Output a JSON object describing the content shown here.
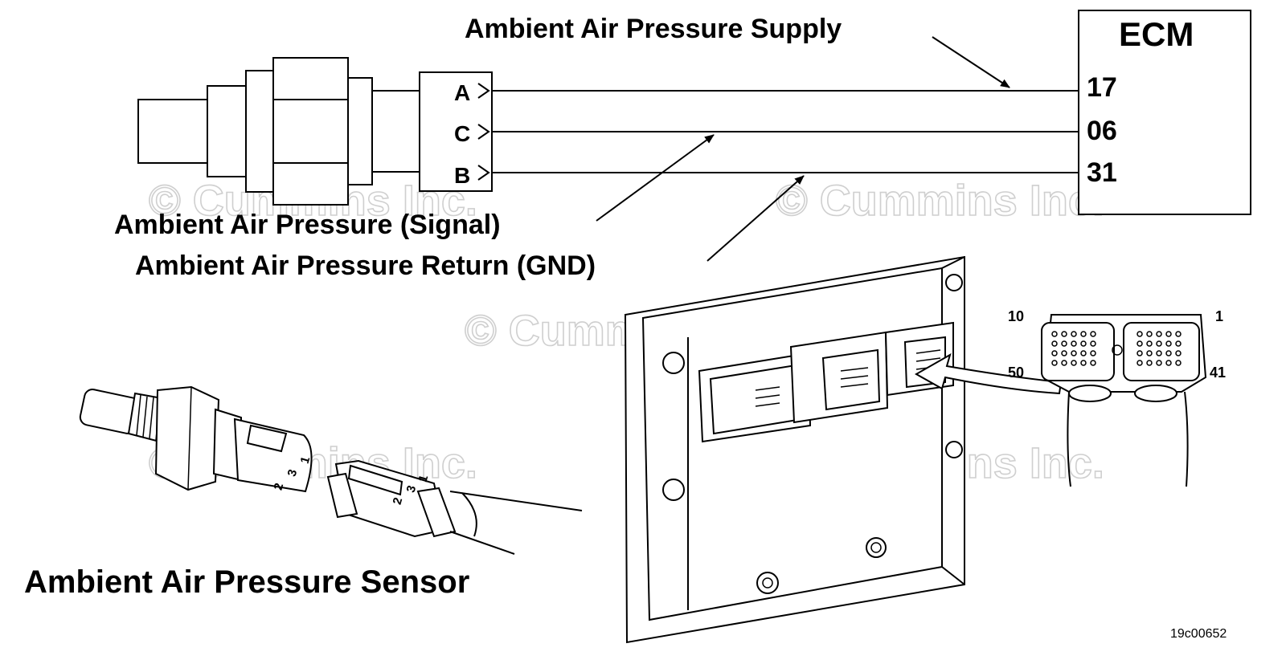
{
  "watermark": "© Cummins Inc.",
  "ecm": {
    "title": "ECM",
    "pins": [
      "17",
      "06",
      "31"
    ]
  },
  "connector_pins": [
    "A",
    "C",
    "B"
  ],
  "labels": {
    "supply": "Ambient Air Pressure Supply",
    "signal": "Ambient Air Pressure (Signal)",
    "return": "Ambient Air Pressure Return (GND)",
    "sensor": "Ambient Air Pressure Sensor"
  },
  "sensor_pins": [
    "2",
    "3",
    "1"
  ],
  "ecm_connector_pins": {
    "top_left": "10",
    "top_right": "1",
    "bottom_left": "50",
    "bottom_right": "41"
  },
  "figure_code": "19c00652"
}
